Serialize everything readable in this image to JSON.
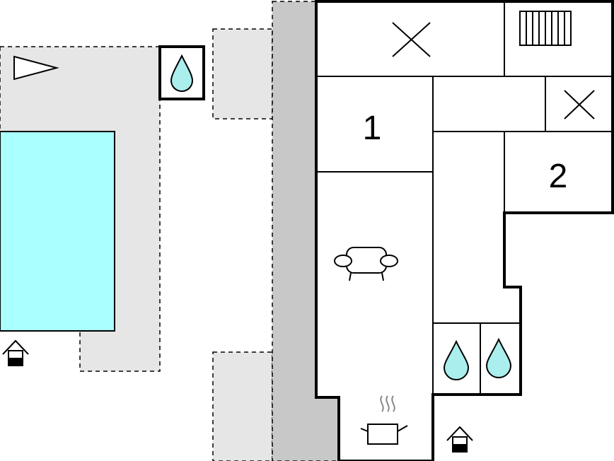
{
  "floorplan": {
    "rooms": [
      {
        "id": "bedroom-1",
        "label": "1"
      },
      {
        "id": "bedroom-2",
        "label": "2"
      }
    ],
    "icons": [
      "pool-shower-icon",
      "bathroom-shower-icon",
      "bathroom-shower-icon",
      "sofa-icon",
      "cooking-pot-icon",
      "entrance-icon",
      "entrance-icon",
      "radiator-icon",
      "flag-icon",
      "closed-room-icon"
    ],
    "colors": {
      "pool": "#aaffff",
      "shower_drop": "#aaeeee",
      "terrace": "#e6e6e6",
      "walkway": "#c8c8c8",
      "wall": "#000000"
    }
  }
}
